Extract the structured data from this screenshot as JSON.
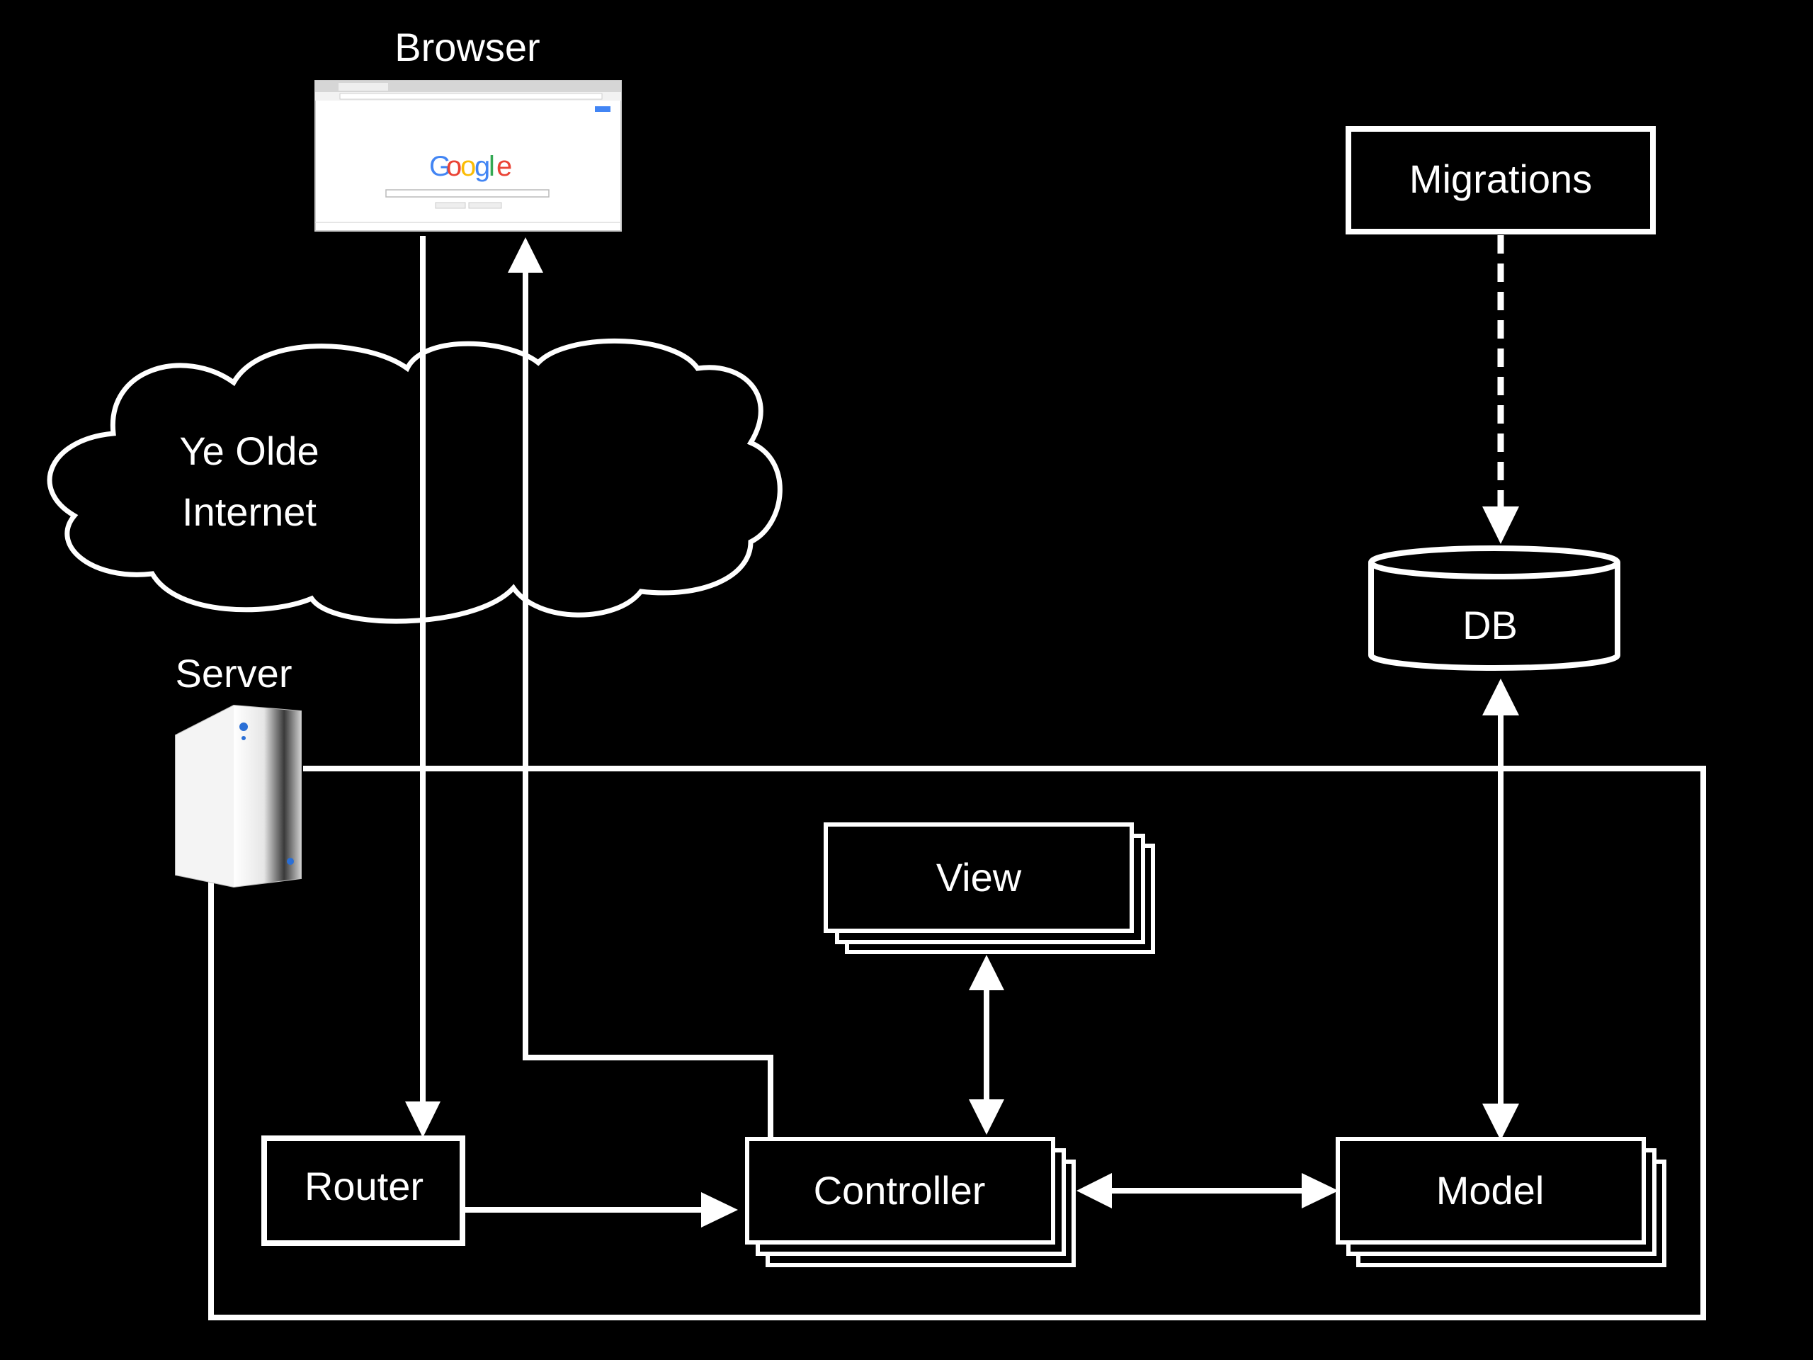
{
  "labels": {
    "browser": "Browser",
    "cloud_line1": "Ye Olde",
    "cloud_line2": "Internet",
    "server": "Server",
    "migrations": "Migrations",
    "db": "DB",
    "view": "View",
    "router": "Router",
    "controller": "Controller",
    "model": "Model"
  },
  "browser_thumbnail": {
    "logo": [
      "G",
      "o",
      "o",
      "g",
      "l",
      "e"
    ]
  },
  "colors": {
    "background": "#000000",
    "stroke": "#ffffff",
    "google_blue": "#4285F4",
    "google_red": "#EA4335",
    "google_yellow": "#FBBC05",
    "google_green": "#34A853"
  },
  "icons": [
    "browser-window-icon",
    "cloud-shape",
    "server-tower-icon",
    "database-cylinder-icon"
  ]
}
